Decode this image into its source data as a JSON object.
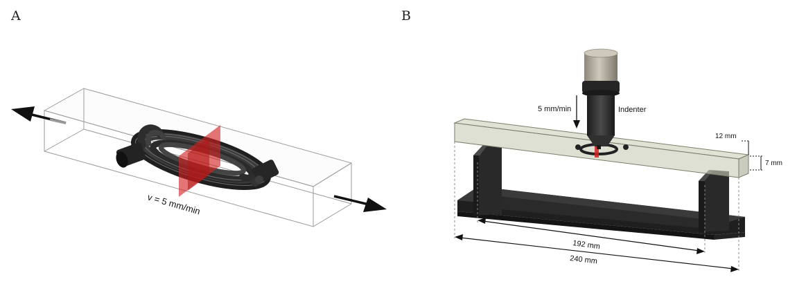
{
  "panels": {
    "a": {
      "label": "A",
      "velocity_label": "v = 5 mm/min"
    },
    "b": {
      "label": "B",
      "speed_label": "5 mm/min",
      "indenter_label": "Indenter",
      "height_label": "12 mm",
      "width_label": "7 mm",
      "span_label": "192 mm",
      "length_label": "240 mm"
    }
  },
  "colors": {
    "specimen": "#2e2e2e",
    "cut_plane": "#d42020",
    "support": "#2a2a2a",
    "beam": "#c9cdb8",
    "indenter_cap": "#b9b3a6"
  }
}
